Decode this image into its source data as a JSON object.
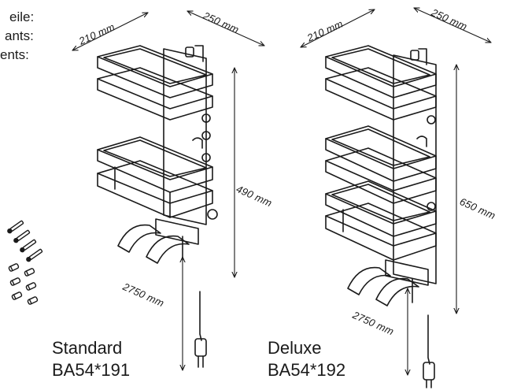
{
  "parts_labels": [
    "eile:",
    "ants:",
    "ents:"
  ],
  "variants": [
    {
      "name": "Standard",
      "code": "BA54*191",
      "width": "210 mm",
      "depth": "250 mm",
      "height": "490 mm",
      "cable": "2750 mm"
    },
    {
      "name": "Deluxe",
      "code": "BA54*192",
      "width": "210 mm",
      "depth": "250 mm",
      "height": "650 mm",
      "cable": "2750 mm"
    }
  ],
  "colors": {
    "line": "#1a1a1a",
    "background": "#ffffff"
  }
}
